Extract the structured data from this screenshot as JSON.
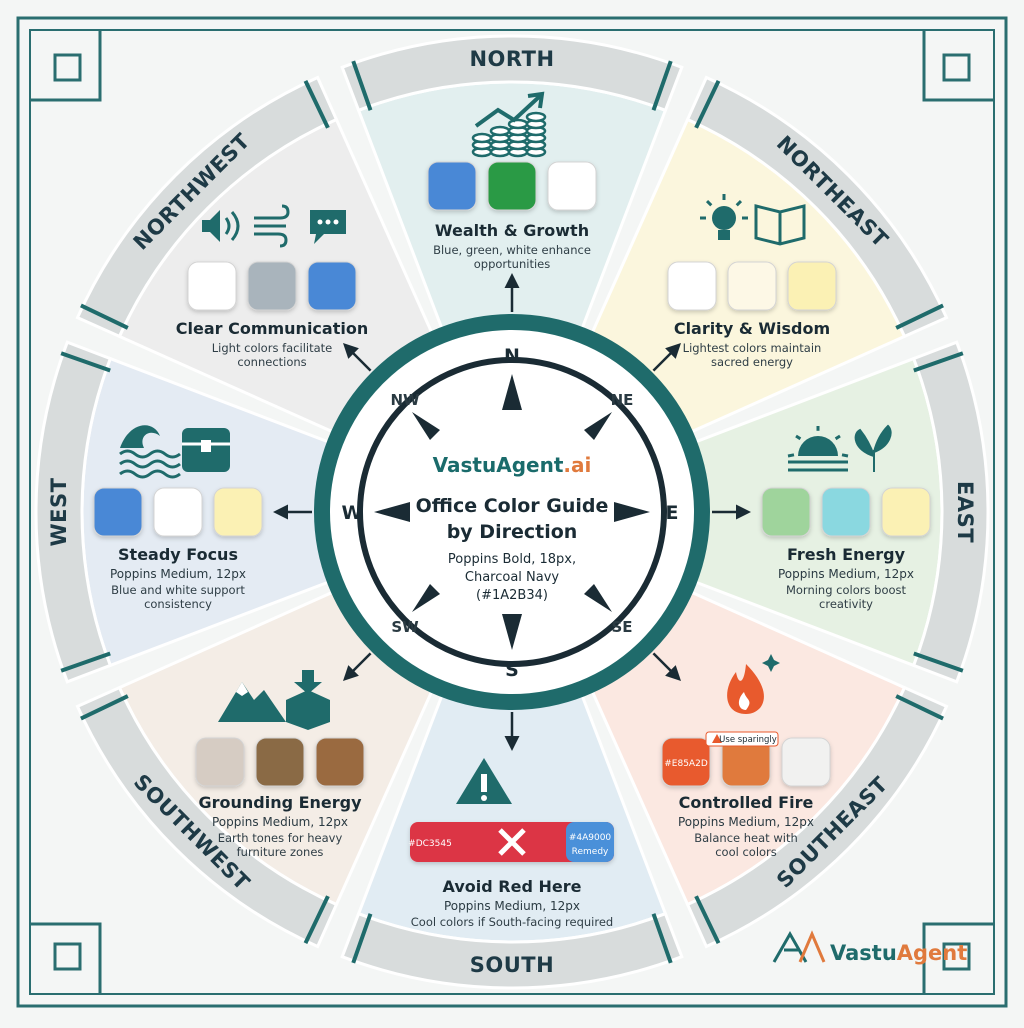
{
  "center": {
    "brand_name": "VastuAgent",
    "brand_suffix": ".ai",
    "title_line1": "Office Color Guide",
    "title_line2": "by Direction",
    "spec_line1": "Poppins Bold, 18px,",
    "spec_line2": "Charcoal Navy",
    "spec_line3": "(#1A2B34)"
  },
  "compass": {
    "n": "N",
    "ne": "NE",
    "e": "E",
    "se": "SE",
    "s": "S",
    "sw": "SW",
    "w": "W",
    "nw": "NW"
  },
  "sectors": {
    "north": {
      "label": "NORTH",
      "title": "Wealth & Growth",
      "desc1": "Blue, green, white enhance",
      "desc2": "opportunities",
      "bg": "#e2efef",
      "swatches": [
        "#4a88d6",
        "#2a9a45",
        "#ffffff"
      ],
      "icons": [
        "growth-chart-icon"
      ]
    },
    "northeast": {
      "label": "NORTHEAST",
      "title": "Clarity & Wisdom",
      "desc1": "Lightest colors maintain",
      "desc2": "sacred energy",
      "bg": "#fbf6dd",
      "swatches": [
        "#ffffff",
        "#fdf8e6",
        "#fbf1b4"
      ],
      "icons": [
        "lightbulb-icon",
        "book-icon"
      ]
    },
    "east": {
      "label": "EAST",
      "title": "Fresh Energy",
      "sub": "Poppins Medium, 12px",
      "desc1": "Morning colors boost",
      "desc2": "creativity",
      "bg": "#e6f1e3",
      "swatches": [
        "#9fd49c",
        "#8ad8e0",
        "#fbf1b4"
      ],
      "icons": [
        "sunrise-icon",
        "leaf-icon"
      ]
    },
    "southeast": {
      "label": "SOUTHEAST",
      "title": "Controlled Fire",
      "sub": "Poppins Medium, 12px",
      "desc1": "Balance heat with",
      "desc2": "cool colors",
      "bg": "#fbe8e1",
      "swatches": [
        "#e85a2d",
        "#e07a3d",
        "#f1f1f0"
      ],
      "swatch_label": "#E85A2D",
      "warning": "Use sparingly",
      "icons": [
        "flame-icon"
      ]
    },
    "south": {
      "label": "SOUTH",
      "title": "Avoid Red Here",
      "sub": "Poppins Medium, 12px",
      "desc1": "Cool colors if South-facing required",
      "bar_color": "#dc3545",
      "bar_label": "#DC3545",
      "remedy_color": "#4a90d9",
      "remedy_hex": "#4A9000",
      "remedy_label": "Remedy",
      "bg": "#e1ecf3",
      "icons": [
        "warning-icon",
        "cross-icon"
      ]
    },
    "southwest": {
      "label": "SOUTHWEST",
      "title": "Grounding Energy",
      "sub": "Poppins Medium, 12px",
      "desc1": "Earth tones for heavy",
      "desc2": "furniture zones",
      "bg": "#f4ede6",
      "swatches": [
        "#d6ccc3",
        "#8a6a45",
        "#9a6a40"
      ],
      "icons": [
        "mountain-icon",
        "box-icon"
      ]
    },
    "west": {
      "label": "WEST",
      "title": "Steady Focus",
      "sub": "Poppins Medium, 12px",
      "desc1": "Blue and white support",
      "desc2": "consistency",
      "bg": "#e4ebf3",
      "swatches": [
        "#4a88d6",
        "#ffffff",
        "#fbf1b4"
      ],
      "icons": [
        "waves-icon",
        "treasure-chest-icon"
      ]
    },
    "northwest": {
      "label": "NORTHWEST",
      "title": "Clear Communication",
      "desc1": "Light colors facilitate",
      "desc2": "connections",
      "bg": "#ededed",
      "swatches": [
        "#ffffff",
        "#a9b4bc",
        "#4a88d6"
      ],
      "icons": [
        "speaker-icon",
        "wind-icon",
        "chat-icon"
      ]
    }
  },
  "logo": {
    "text_a": "Vastu",
    "text_b": "Agent"
  },
  "colors": {
    "teal": "#1f6b6b",
    "navy": "#1a2b34",
    "rim": "#d8dcdc",
    "frame": "#2a6e70",
    "page": "#f4f6f5"
  }
}
